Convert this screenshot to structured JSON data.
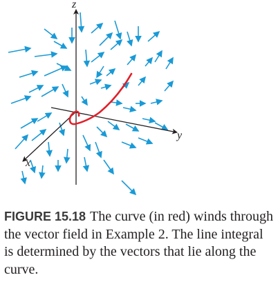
{
  "figure": {
    "axes": {
      "z_label": "z",
      "y_label": "y",
      "x_label": "x"
    },
    "colors": {
      "vector": "#1a9ad6",
      "curve": "#e0202a",
      "axis": "#231f20",
      "caption_label": "#3a3a3a"
    },
    "curve_name": "curve-in-red"
  },
  "caption": {
    "label": "FIGURE 15.18",
    "text": "The curve (in red) winds through the vector field in Example 2. The line integral is determined by the vectors that lie along the curve."
  }
}
